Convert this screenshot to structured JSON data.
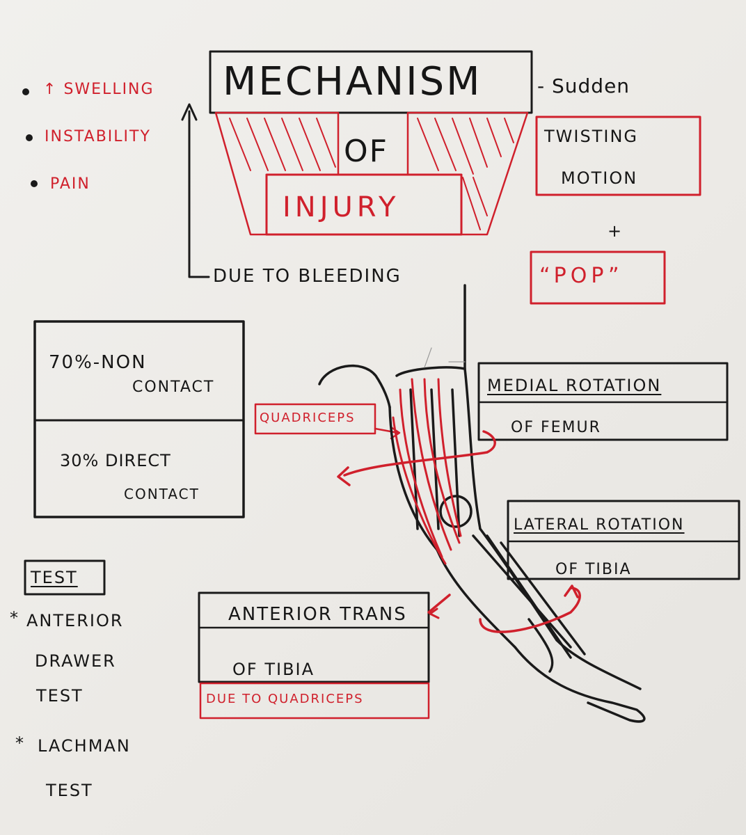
{
  "title": {
    "line1": "MECHANISM",
    "line2": "OF",
    "line3": "INJURY"
  },
  "symptoms": [
    {
      "arrow": "↑",
      "label": "SWELLING"
    },
    {
      "label": "INSTABILITY"
    },
    {
      "label": "PAIN"
    }
  ],
  "swelling_cause": "DUE TO BLEEDING",
  "sudden": {
    "prefix": "- Sudden",
    "line1": "TWISTING",
    "line2": "MOTION",
    "plus": "+",
    "pop": "“POP”"
  },
  "contact": {
    "row1_a": "70%-NON",
    "row1_b": "CONTACT",
    "row2_a": "30% DIRECT",
    "row2_b": "CONTACT"
  },
  "test": {
    "heading": "TEST",
    "items": [
      {
        "star": "*",
        "line1": "ANTERIOR",
        "line2": "DRAWER",
        "line3": "TEST"
      },
      {
        "star": "*",
        "line1": "LACHMAN",
        "line2": "TEST"
      }
    ]
  },
  "quadriceps_label": "QUADRICEPS",
  "medial": {
    "line1": "MEDIAL ROTATION",
    "line2": "OF FEMUR"
  },
  "lateral": {
    "line1": "LATERAL ROTATION",
    "line2": "OF TIBIA"
  },
  "anterior": {
    "line1": "ANTERIOR TRANS",
    "line2": "OF TIBIA",
    "note": "DUE TO QUADRICEPS"
  },
  "colors": {
    "ink": "#161616",
    "red": "#d0202c",
    "paper": "#efeeeb"
  }
}
